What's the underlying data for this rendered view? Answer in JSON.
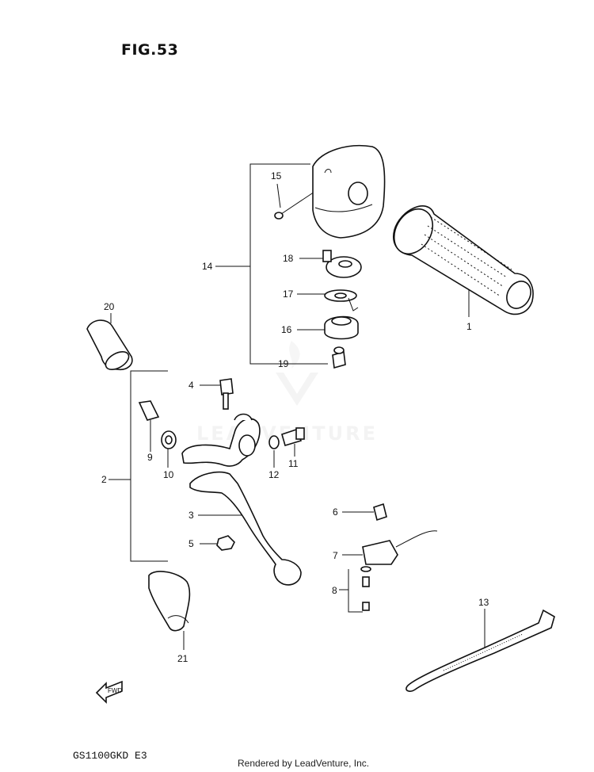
{
  "figure": {
    "title": "FIG.53",
    "model_code": "GS1100GKD  E3"
  },
  "footer": "Rendered by LeadVenture, Inc.",
  "watermark": "LEADVENTURE",
  "fwd_label": "FWD",
  "callouts": {
    "c1": "1",
    "c2": "2",
    "c3": "3",
    "c4": "4",
    "c5": "5",
    "c6": "6",
    "c7": "7",
    "c8": "8",
    "c9": "9",
    "c10": "10",
    "c11": "11",
    "c12": "12",
    "c13": "13",
    "c14": "14",
    "c15": "15",
    "c16": "16",
    "c17": "17",
    "c18": "18",
    "c19": "19",
    "c20": "20",
    "c21": "21"
  }
}
